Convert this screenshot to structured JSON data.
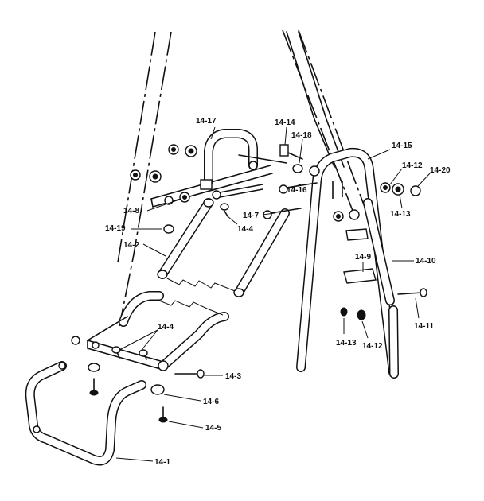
{
  "labels": {
    "l14_17": "14-17",
    "l14_14": "14-14",
    "l14_18": "14-18",
    "l14_15": "14-15",
    "l14_12a": "14-12",
    "l14_20": "14-20",
    "l14_16": "14-16",
    "l14_8": "14-8",
    "l14_7": "14-7",
    "l14_13a": "14-13",
    "l14_19": "14-19",
    "l14_4a": "14-4",
    "l14_2": "14-2",
    "l14_10": "14-10",
    "l14_9": "14-9",
    "l14_11": "14-11",
    "l14_4b": "14-4",
    "l14_13b": "14-13",
    "l14_12b": "14-12",
    "l14_3": "14-3",
    "l14_6": "14-6",
    "l14_5": "14-5",
    "l14_1": "14-1"
  }
}
